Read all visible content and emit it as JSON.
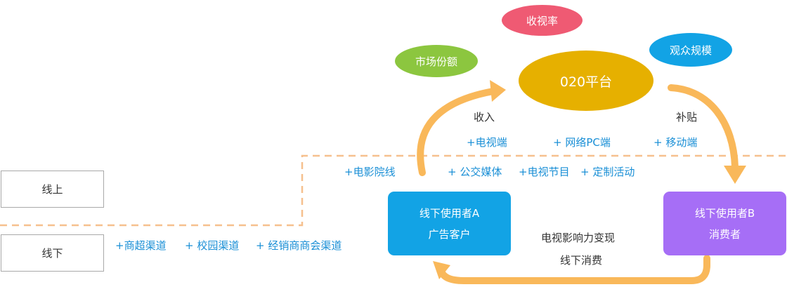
{
  "ellipses": {
    "rating": {
      "label": "收视率",
      "color": "#ef5a73"
    },
    "market_share": {
      "label": "市场份额",
      "color": "#8cc63f"
    },
    "platform": {
      "label": "020平台",
      "color": "#e6b000"
    },
    "audience_scale": {
      "label": "观众规模",
      "color": "#12a3e5"
    }
  },
  "flow_labels": {
    "income": "收入",
    "subsidy": "补贴",
    "tv_influence": "电视影响力变现",
    "offline_consume": "线下消费"
  },
  "online_channels": {
    "tv": "+电视端",
    "web_pc": "+ 网络PC端",
    "mobile": "+ 移动端",
    "cinema": "+电影院线",
    "public_transport": "+ 公交媒体",
    "tv_program": "+电视节目",
    "custom_event": "+ 定制活动"
  },
  "offline_channels": {
    "supermarket": "+商超渠道",
    "campus": "+ 校园渠道",
    "distributor": "+ 经销商商会渠道"
  },
  "sections": {
    "online": "线上",
    "offline": "线下"
  },
  "users": {
    "a": {
      "line1": "线下使用者A",
      "line2": "广告客户",
      "color": "#12a3e5"
    },
    "b": {
      "line1": "线下使用者B",
      "line2": "消费者",
      "color": "#a66ef6"
    }
  },
  "colors": {
    "arrow": "#f9b85a",
    "dashed_divider": "#f6c08e",
    "channel_text": "#1a8fd6"
  }
}
